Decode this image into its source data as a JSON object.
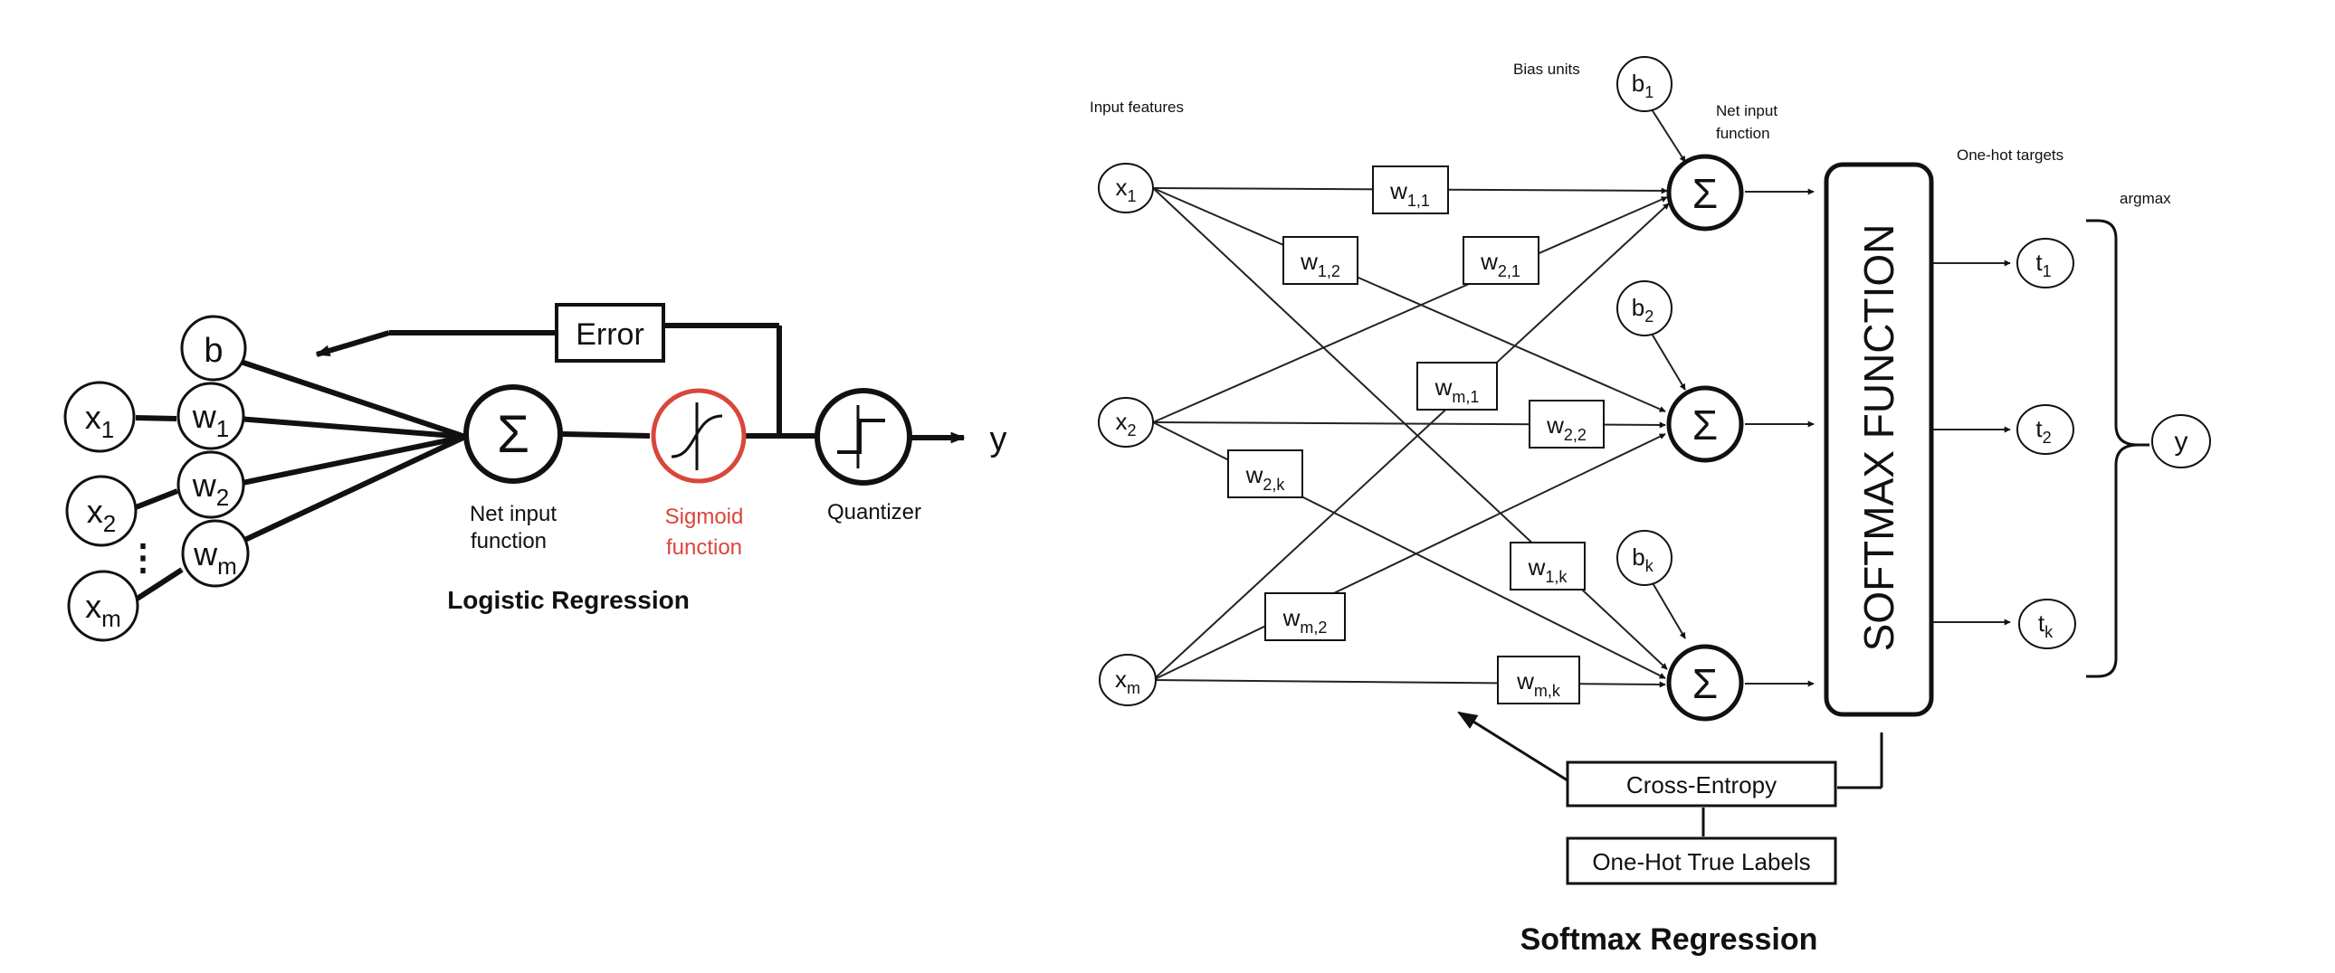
{
  "logistic": {
    "title": "Logistic Regression",
    "bias": "b",
    "inputs": [
      {
        "base": "x",
        "sub": "1"
      },
      {
        "base": "x",
        "sub": "2"
      },
      {
        "base": "x",
        "sub": "m"
      }
    ],
    "weights": [
      {
        "base": "w",
        "sub": "1"
      },
      {
        "base": "w",
        "sub": "2"
      },
      {
        "base": "w",
        "sub": "m"
      }
    ],
    "ellipsis": "⋮",
    "sum_symbol": "Σ",
    "net_input_label": [
      "Net input",
      "function"
    ],
    "sigmoid_label": [
      "Sigmoid",
      "function"
    ],
    "quantizer_label": "Quantizer",
    "error_label": "Error",
    "output": "y",
    "colors": {
      "sigmoid": "#d9463a"
    }
  },
  "softmax": {
    "title": "Softmax Regression",
    "input_features_label": "Input features",
    "bias_units_label": "Bias units",
    "net_input_label": [
      "Net input",
      "function"
    ],
    "one_hot_targets_label": "One-hot targets",
    "argmax_label": "argmax",
    "inputs": [
      {
        "base": "x",
        "sub": "1"
      },
      {
        "base": "x",
        "sub": "2"
      },
      {
        "base": "x",
        "sub": "m"
      }
    ],
    "biases": [
      {
        "base": "b",
        "sub": "1"
      },
      {
        "base": "b",
        "sub": "2"
      },
      {
        "base": "b",
        "sub": "k"
      }
    ],
    "weights": [
      {
        "base": "w",
        "sub": "1,1"
      },
      {
        "base": "w",
        "sub": "1,2"
      },
      {
        "base": "w",
        "sub": "2,1"
      },
      {
        "base": "w",
        "sub": "m,1"
      },
      {
        "base": "w",
        "sub": "2,2"
      },
      {
        "base": "w",
        "sub": "2,k"
      },
      {
        "base": "w",
        "sub": "1,k"
      },
      {
        "base": "w",
        "sub": "m,2"
      },
      {
        "base": "w",
        "sub": "m,k"
      }
    ],
    "sum_symbol": "Σ",
    "softmax_label": "SOFTMAX FUNCTION",
    "targets": [
      {
        "base": "t",
        "sub": "1"
      },
      {
        "base": "t",
        "sub": "2"
      },
      {
        "base": "t",
        "sub": "k"
      }
    ],
    "output": "y",
    "cross_entropy_label": "Cross-Entropy",
    "one_hot_true_labels": "One-Hot True Labels"
  }
}
